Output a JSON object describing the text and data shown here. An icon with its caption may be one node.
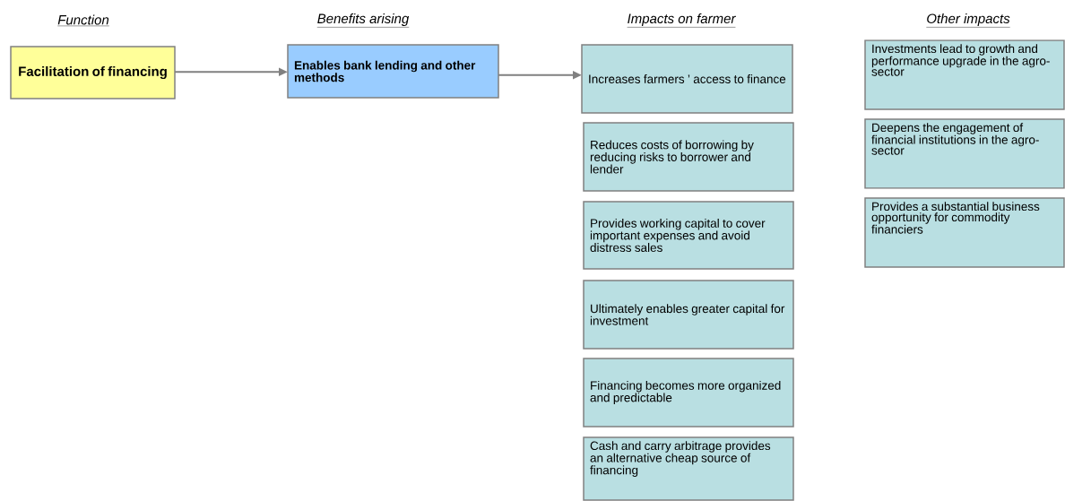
{
  "diagram": {
    "nodes": [
      {
        "text": [
          "Facilitation of financing"
        ]
      },
      {
        "text": [
          "Enables bank lending and other methods"
        ]
      },
      {
        "text": [
          "Increases farmers ’ access to finance"
        ]
      },
      {
        "text": [
          "Reduces costs of borrowing by reducing risks to borrower and lender"
        ]
      },
      {
        "text": [
          "Provides working capital to cover important expenses and avoid distress sales"
        ]
      },
      {
        "text": [
          "Ultimately enables greater capital for investment"
        ]
      },
      {
        "text": [
          "Financing becomes more organized and predictable"
        ]
      },
      {
        "text": [
          "Cash and carry arbitrage provides an alternative cheap source of financing"
        ]
      },
      {
        "text": [
          "Investments lead to growth and performance upgrade in the agro-sector"
        ]
      },
      {
        "text": [
          "Deepens the engagement of financial institutions in the agro-sector"
        ]
      },
      {
        "text": [
          "Provides a substantial business opportunity for commodity financiers"
        ]
      }
    ],
    "edges": [
      {
        "from": 0,
        "to": 1,
        "arrow": "to"
      },
      {
        "from": 1,
        "to": 2,
        "arrow": "to"
      }
    ],
    "labels": [
      "Function",
      "Benefits arising",
      "Impacts on farmer",
      "Other impacts"
    ]
  }
}
